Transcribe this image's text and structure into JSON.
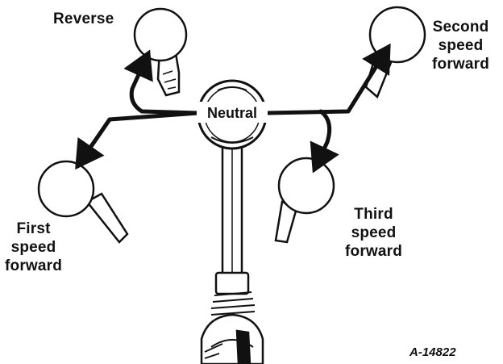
{
  "labels": {
    "reverse": "Reverse",
    "second": [
      "Second",
      "speed",
      "forward"
    ],
    "first": [
      "First",
      "speed",
      "forward"
    ],
    "third": [
      "Third",
      "speed",
      "forward"
    ],
    "neutral": "Neutral"
  },
  "figure_id": "A-14822",
  "colors": {
    "ink": "#111111",
    "background": "#ffffff"
  }
}
